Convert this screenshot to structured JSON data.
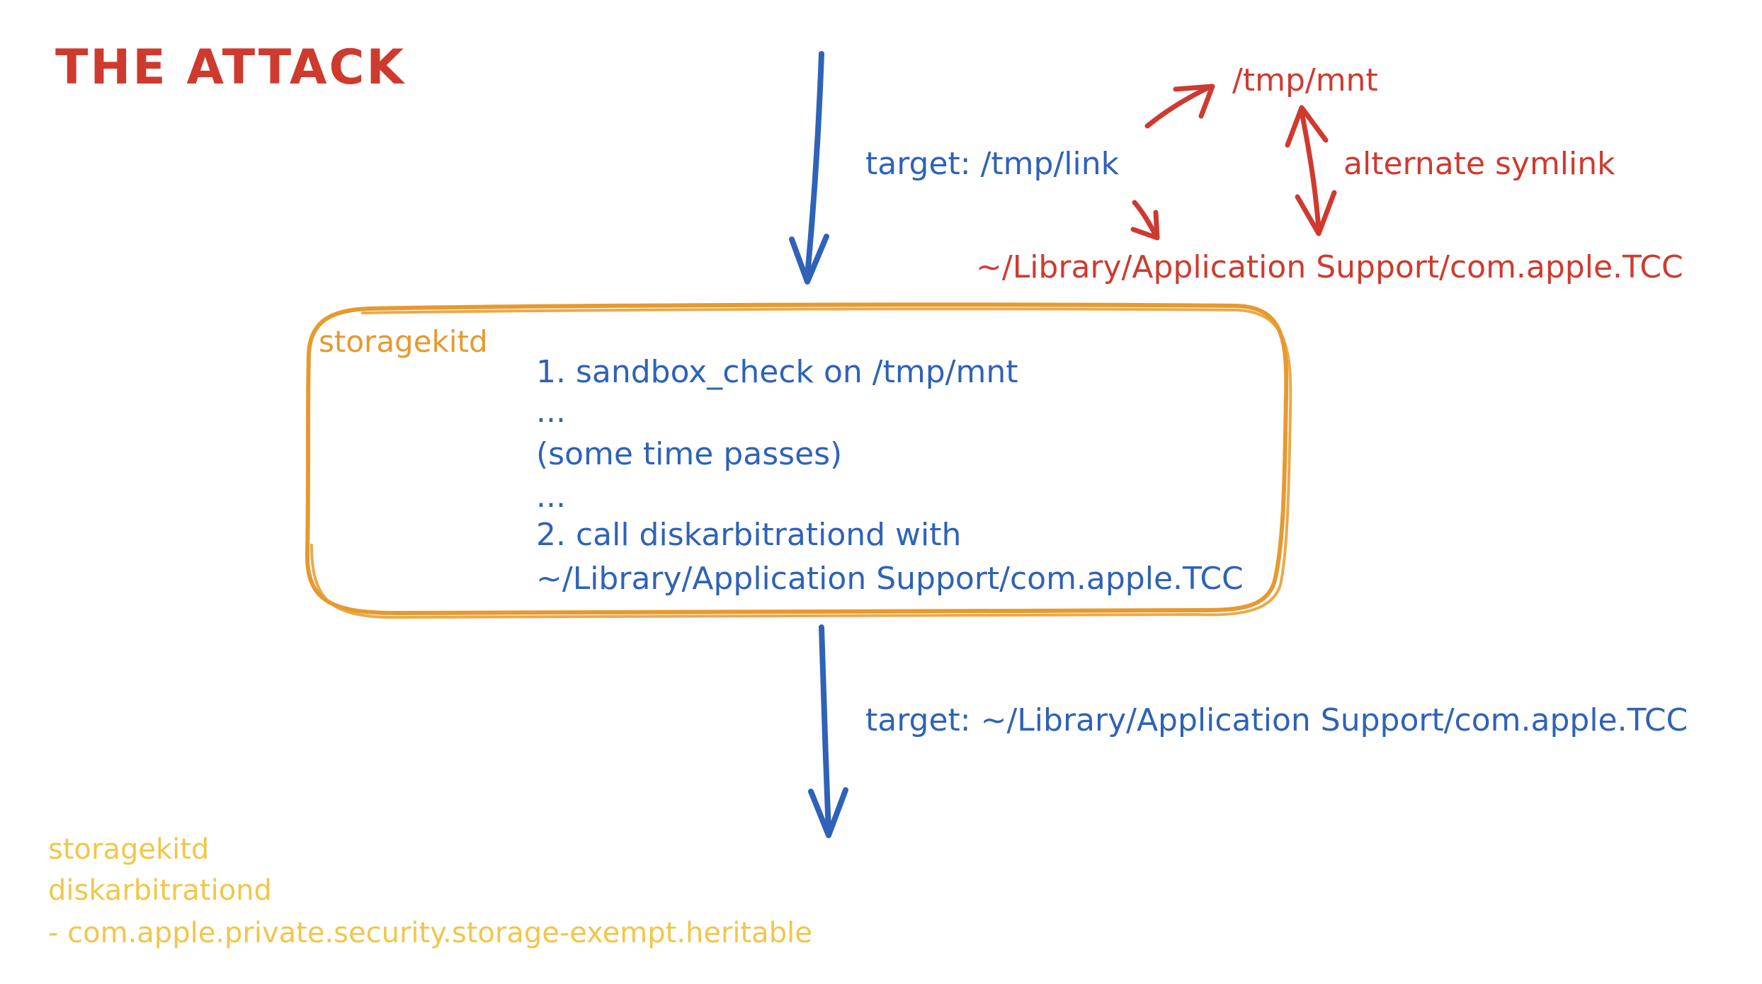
{
  "title": "THE ATTACK",
  "top_flow": {
    "tmp_mnt": "/tmp/mnt",
    "target_link": "target: /tmp/link",
    "alternate_symlink": "alternate symlink",
    "tcc_path": "~/Library/Application Support/com.apple.TCC"
  },
  "process_box": {
    "label": "storagekitd",
    "step_1": "1. sandbox_check on /tmp/mnt",
    "ellipsis_1": "...",
    "time_passes": "(some time passes)",
    "ellipsis_2": "...",
    "step_2": "2. call diskarbitrationd with",
    "step_2_path": "~/Library/Application Support/com.apple.TCC"
  },
  "bottom_flow": {
    "target": "target: ~/Library/Application Support/com.apple.TCC"
  },
  "notes": [
    "storagekitd",
    "diskarbitrationd",
    "- com.apple.private.security.storage-exempt.heritable"
  ],
  "colors": {
    "title_red": "#cf3a2f",
    "flow_blue": "#2f62b8",
    "box_orange": "#e69a2e",
    "notes_yellow": "#f1c64a"
  }
}
